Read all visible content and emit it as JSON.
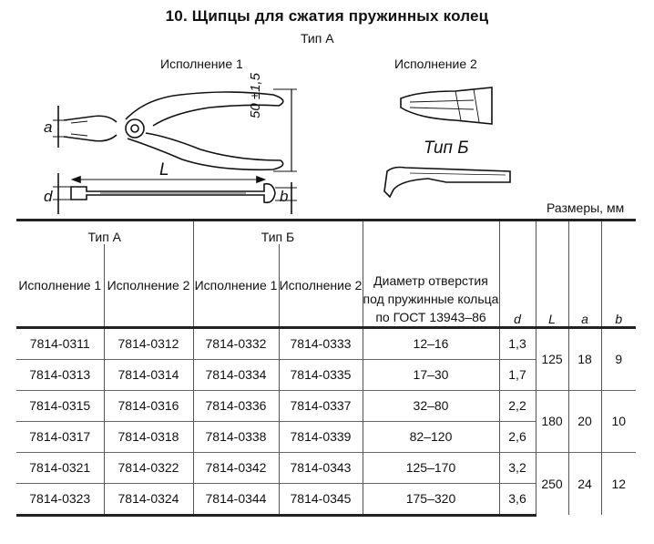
{
  "title": "10. Щипцы для сжатия пружинных колец",
  "figure": {
    "type_a_label": "Тип А",
    "variant_1_label": "Исполнение 1",
    "variant_2_label": "Исполнение 2",
    "type_b_label": "Тип Б",
    "dim_a": "a",
    "dim_d": "d",
    "dim_L": "L",
    "dim_b": "b",
    "dim_50": "50 ±1,5"
  },
  "sizes_note": "Размеры, мм",
  "table": {
    "group_a": "Тип А",
    "group_b": "Тип Б",
    "col_isp1": "Исполнение 1",
    "col_isp2": "Исполнение 2",
    "col_diameter": "Диаметр отверстия под пружинные кольца по ГОСТ 13943–86",
    "col_d": "d",
    "col_L": "L",
    "col_a": "a",
    "col_b": "b",
    "rows": [
      {
        "a1": "7814-0311",
        "a2": "7814-0312",
        "b1": "7814-0332",
        "b2": "7814-0333",
        "diam": "12–16",
        "d": "1,3"
      },
      {
        "a1": "7814-0313",
        "a2": "7814-0314",
        "b1": "7814-0334",
        "b2": "7814-0335",
        "diam": "17–30",
        "d": "1,7"
      },
      {
        "a1": "7814-0315",
        "a2": "7814-0316",
        "b1": "7814-0336",
        "b2": "7814-0337",
        "diam": "32–80",
        "d": "2,2"
      },
      {
        "a1": "7814-0317",
        "a2": "7814-0318",
        "b1": "7814-0338",
        "b2": "7814-0339",
        "diam": "82–120",
        "d": "2,6"
      },
      {
        "a1": "7814-0321",
        "a2": "7814-0322",
        "b1": "7814-0342",
        "b2": "7814-0343",
        "diam": "125–170",
        "d": "3,2"
      },
      {
        "a1": "7814-0323",
        "a2": "7814-0324",
        "b1": "7814-0344",
        "b2": "7814-0345",
        "diam": "175–320",
        "d": "3,6"
      }
    ],
    "groups": [
      {
        "L": "125",
        "a": "18",
        "b": "9"
      },
      {
        "L": "180",
        "a": "20",
        "b": "10"
      },
      {
        "L": "250",
        "a": "24",
        "b": "12"
      }
    ]
  }
}
